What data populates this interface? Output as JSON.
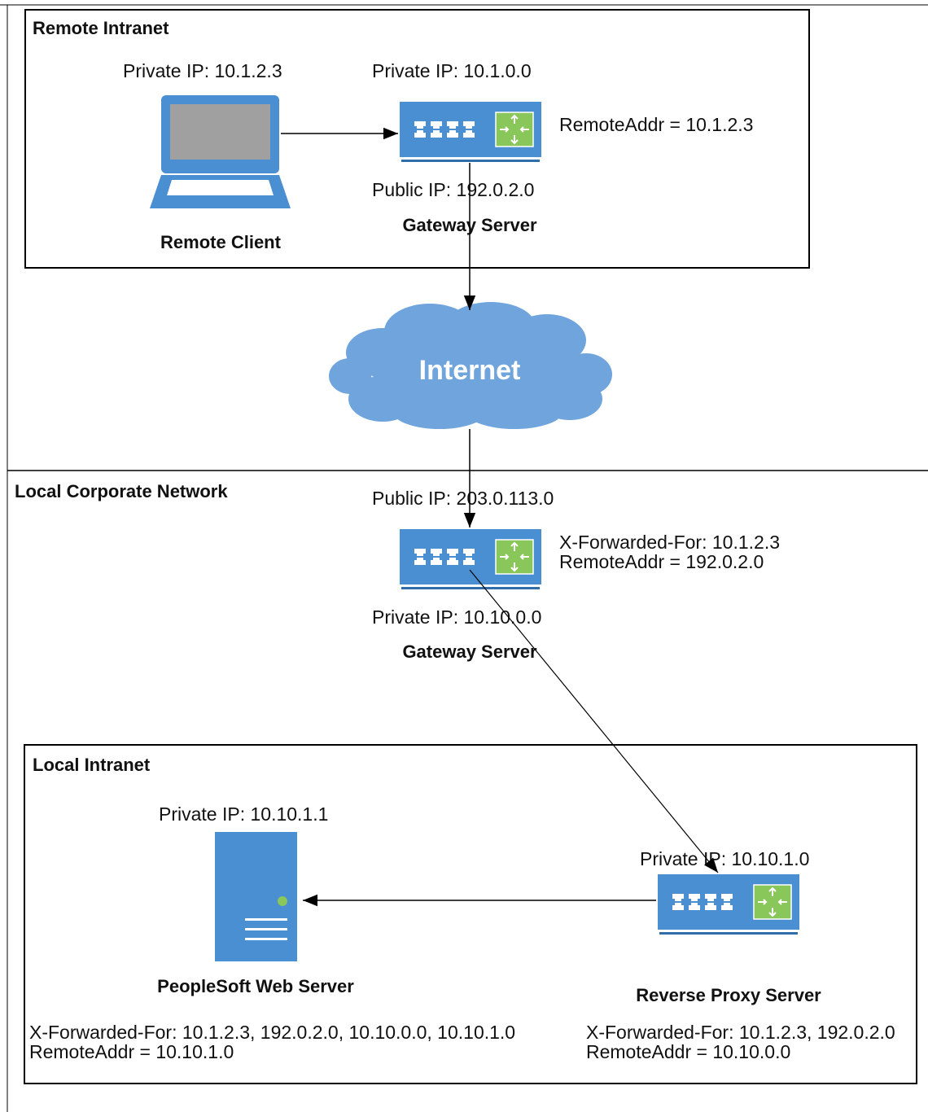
{
  "colors": {
    "device_blue": "#4a8fd1",
    "device_stripe": "#2f6ea9",
    "router_green": "#8ac75b",
    "cloud_blue": "#6fa4dc",
    "screen_gray": "#a0a0a0",
    "line": "#000000"
  },
  "remote_intranet": {
    "title": "Remote Intranet",
    "client": {
      "ip": "Private IP: 10.1.2.3",
      "name": "Remote Client",
      "icon": "laptop-icon"
    },
    "gateway": {
      "private_ip": "Private IP: 10.1.0.0",
      "public_ip": "Public IP: 192.0.2.0",
      "name": "Gateway Server",
      "remote_addr": "RemoteAddr = 10.1.2.3",
      "icon": "router-icon"
    }
  },
  "internet": {
    "label": "Internet",
    "icon": "cloud-icon"
  },
  "corporate": {
    "title": "Local Corporate Network",
    "gateway": {
      "public_ip": "Public IP: 203.0.113.0",
      "private_ip": "Private IP: 10.10.0.0",
      "name": "Gateway Server",
      "xff": "X-Forwarded-For: 10.1.2.3",
      "remote_addr": "RemoteAddr = 192.0.2.0",
      "icon": "router-icon"
    }
  },
  "local_intranet": {
    "title": "Local Intranet",
    "web_server": {
      "ip": "Private IP: 10.10.1.1",
      "name": "PeopleSoft Web Server",
      "xff": "X-Forwarded-For: 10.1.2.3, 192.0.2.0, 10.10.0.0, 10.10.1.0",
      "remote_addr": "RemoteAddr = 10.10.1.0",
      "icon": "server-tower-icon"
    },
    "proxy": {
      "ip": "Private IP: 10.10.1.0",
      "name": "Reverse Proxy Server",
      "xff": "X-Forwarded-For: 10.1.2.3, 192.0.2.0",
      "remote_addr": "RemoteAddr = 10.10.0.0",
      "icon": "router-icon"
    }
  }
}
